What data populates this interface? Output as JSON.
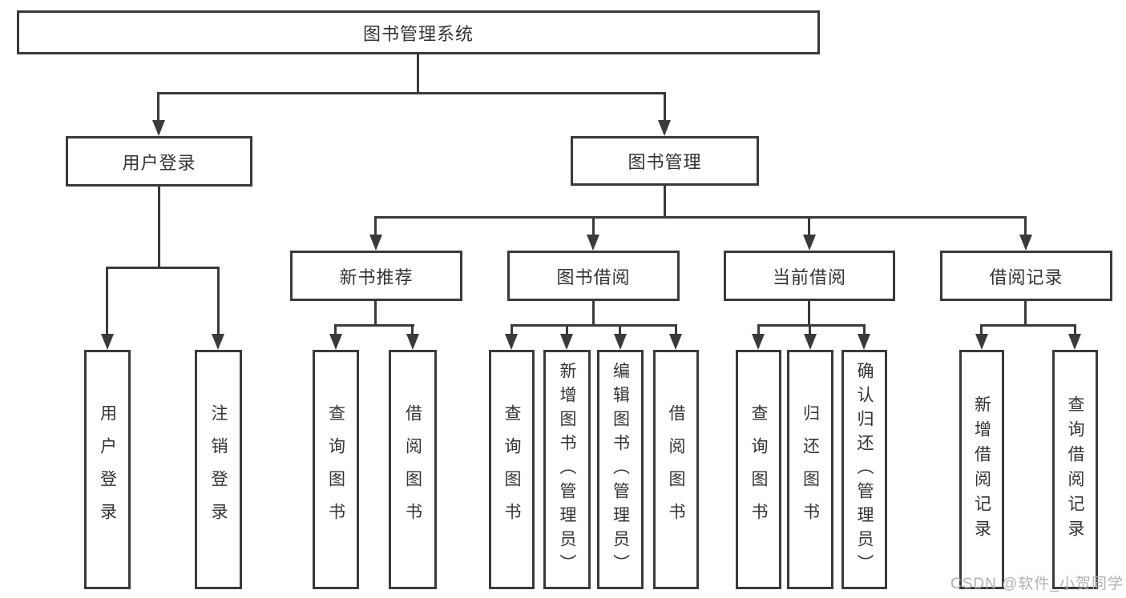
{
  "colors": {
    "line": "#3a3a3a",
    "text": "#333333",
    "watermark": "#b2b2b5",
    "background": "#ffffff"
  },
  "watermark": {
    "text": "CSDN @软件_小贺同学"
  },
  "tree": {
    "root": {
      "label": "图书管理系统"
    },
    "children": [
      {
        "label": "用户登录",
        "children": [
          {
            "label": "用户登录"
          },
          {
            "label": "注销登录"
          }
        ]
      },
      {
        "label": "图书管理",
        "children": [
          {
            "label": "新书推荐",
            "children": [
              {
                "label": "查询图书"
              },
              {
                "label": "借阅图书"
              }
            ]
          },
          {
            "label": "图书借阅",
            "children": [
              {
                "label": "查询图书"
              },
              {
                "label": "新增图书（管理员）"
              },
              {
                "label": "编辑图书（管理员）"
              },
              {
                "label": "借阅图书"
              }
            ]
          },
          {
            "label": "当前借阅",
            "children": [
              {
                "label": "查询图书"
              },
              {
                "label": "归还图书"
              },
              {
                "label": "确认归还（管理员）"
              }
            ]
          },
          {
            "label": "借阅记录",
            "children": [
              {
                "label": "新增借阅记录"
              },
              {
                "label": "查询借阅记录"
              }
            ]
          }
        ]
      }
    ]
  }
}
